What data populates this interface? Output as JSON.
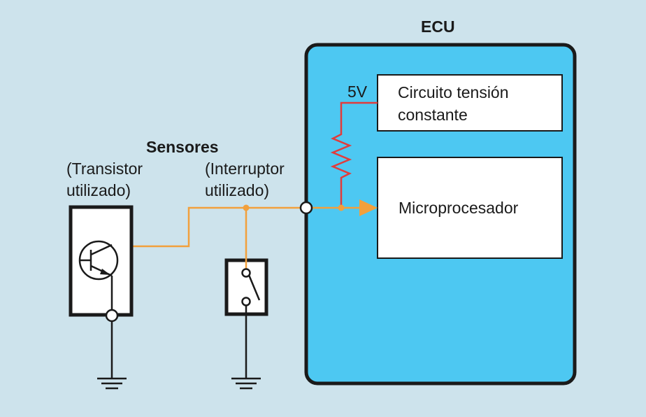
{
  "ecu": {
    "title": "ECU",
    "voltage": "5V",
    "constant_voltage_circuit": [
      "Circuito tensión",
      "constante"
    ],
    "microprocessor": "Microprocesador"
  },
  "sensors": {
    "title": "Sensores",
    "transistor_label": [
      "(Transistor",
      "utilizado)"
    ],
    "switch_label": [
      "(Interruptor",
      "utilizado)"
    ]
  },
  "colors": {
    "background": "#cde3ec",
    "ecu_fill": "#4dc8f2",
    "signal_line": "#f2a03c",
    "pullup_line": "#e23b3b",
    "outline": "#1a1a1a"
  }
}
